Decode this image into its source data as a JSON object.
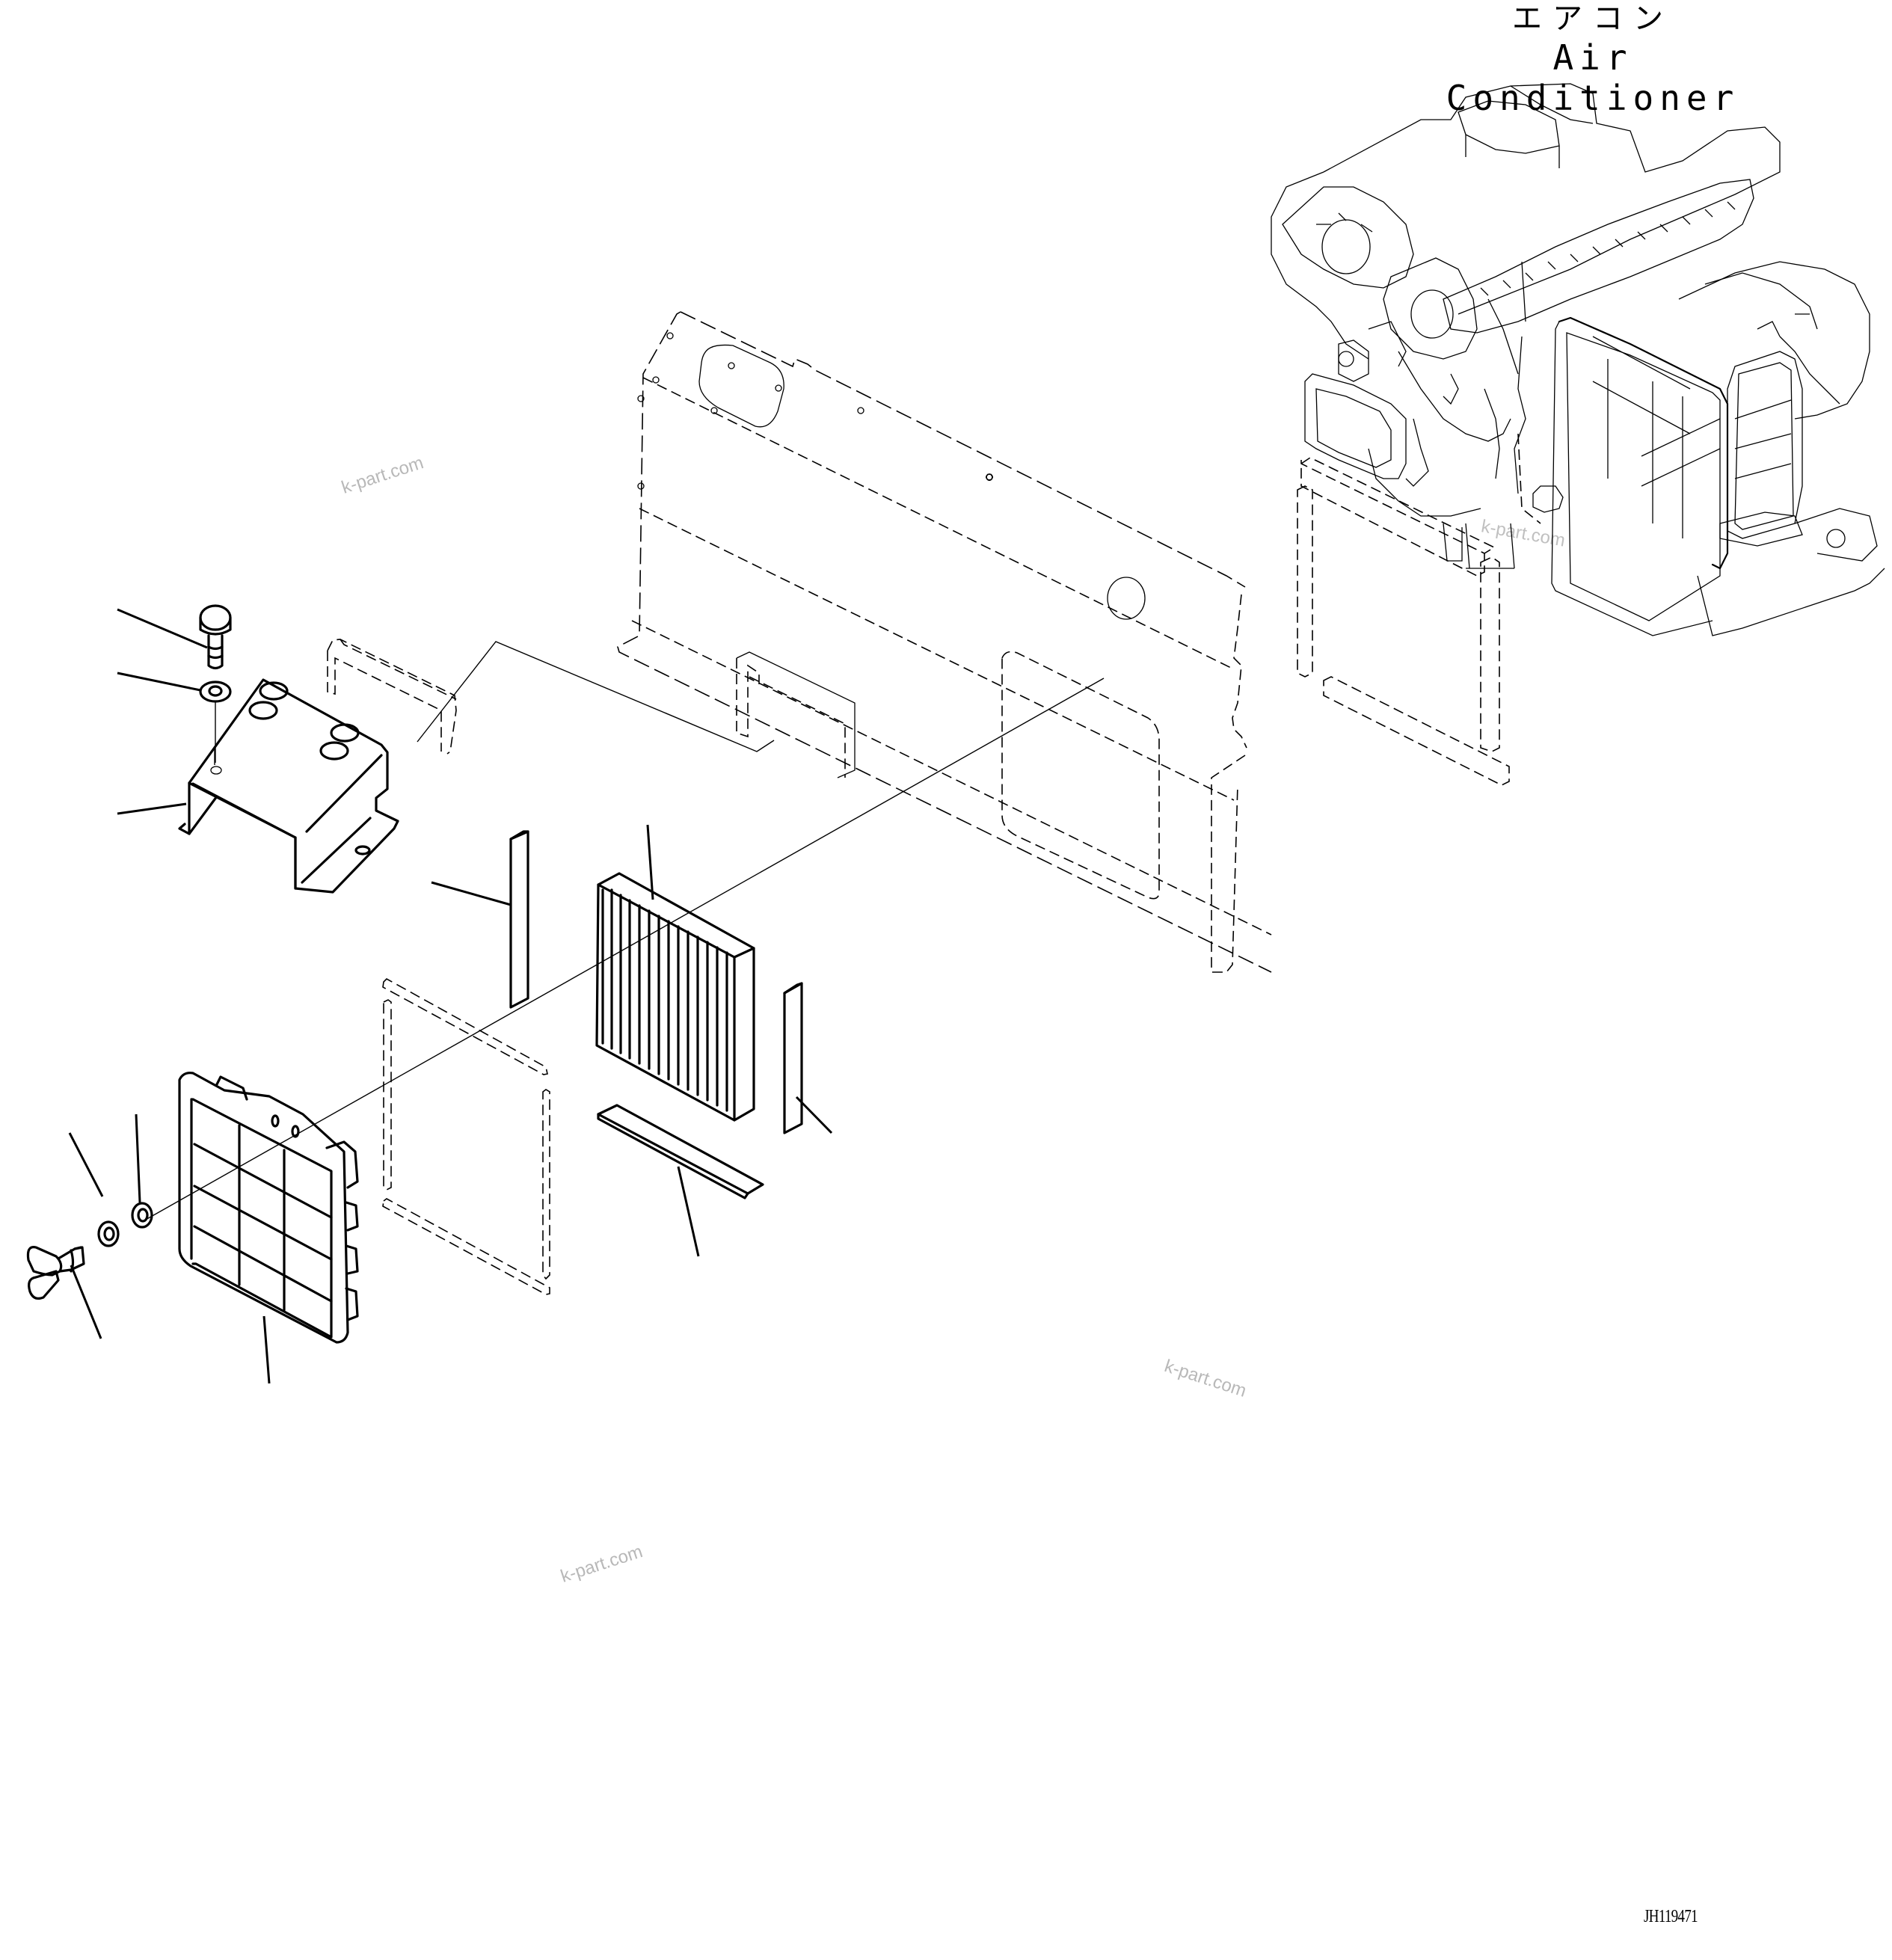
{
  "title": {
    "japanese": "エアコン",
    "english": "Air Conditioner"
  },
  "drawing_number": "JH119471",
  "watermarks": [
    "k-part.com",
    "k-part.com",
    "k-part.com",
    "k-part.com"
  ],
  "parts": [
    {
      "id": "bolt",
      "icon": "hex-bolt-icon"
    },
    {
      "id": "washer-upper",
      "icon": "flat-washer-icon"
    },
    {
      "id": "bracket",
      "icon": "mounting-bracket-icon"
    },
    {
      "id": "seal-left",
      "icon": "seal-strip-icon"
    },
    {
      "id": "filter-element",
      "icon": "air-filter-icon"
    },
    {
      "id": "seal-bottom",
      "icon": "seal-strip-icon"
    },
    {
      "id": "seal-right",
      "icon": "seal-strip-icon"
    },
    {
      "id": "gasket-frame",
      "icon": "gasket-frame-icon"
    },
    {
      "id": "washer-lower-1",
      "icon": "flat-washer-icon"
    },
    {
      "id": "washer-lower-2",
      "icon": "spring-washer-icon"
    },
    {
      "id": "wing-bolt",
      "icon": "wing-bolt-icon"
    },
    {
      "id": "grille-cover",
      "icon": "grille-cover-icon"
    },
    {
      "id": "rear-panel",
      "icon": "rear-panel-icon"
    },
    {
      "id": "air-conditioner-unit",
      "icon": "air-conditioner-unit-icon"
    }
  ],
  "colors": {
    "line": "#000000",
    "background": "#ffffff",
    "watermark": "#b8b8b8"
  }
}
